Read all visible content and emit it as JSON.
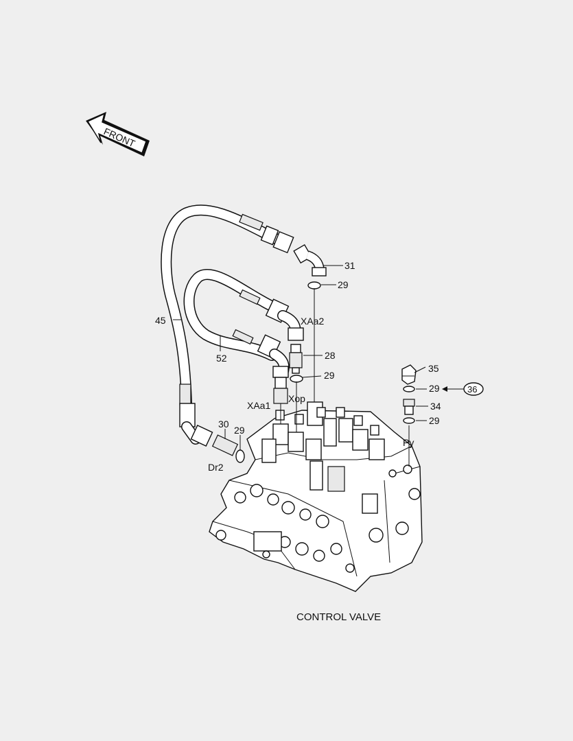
{
  "title": "CONTROL VALVE",
  "front_label": "FRONT",
  "labels": {
    "p31": "31",
    "p29_top": "29",
    "xaa2": "XAa2",
    "p45": "45",
    "p52": "52",
    "p28": "28",
    "p29_mid": "29",
    "xaa1": "XAa1",
    "xop": "Xop",
    "p30": "30",
    "p29_dr": "29",
    "dr2": "Dr2",
    "p35": "35",
    "p29_r1": "29",
    "p36": "36",
    "p34": "34",
    "p29_r2": "29",
    "py": "Py"
  }
}
